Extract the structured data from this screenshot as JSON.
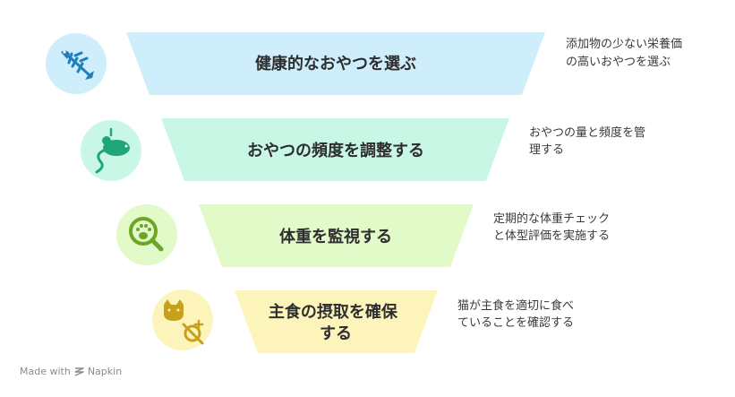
{
  "steps": [
    {
      "title_lines": [
        "健康的なおやつを選ぶ"
      ],
      "desc_lines": [
        "添加物の少ない栄養価",
        "の高いおやつを選ぶ"
      ],
      "color": "#cfeefc",
      "icon": "fish-bone-icon",
      "icon_color": "#1f7fb8"
    },
    {
      "title_lines": [
        "おやつの頻度を調整する"
      ],
      "desc_lines": [
        "おやつの量と頻度を管",
        "理する"
      ],
      "color": "#c9f7e6",
      "icon": "toy-mouse-icon",
      "icon_color": "#1fa57a"
    },
    {
      "title_lines": [
        "体重を監視する"
      ],
      "desc_lines": [
        "定期的な体重チェック",
        "と体型評価を実施する"
      ],
      "color": "#e2f9c8",
      "icon": "paw-magnifier-icon",
      "icon_color": "#6ca624"
    },
    {
      "title_lines": [
        "主食の摂取を確保",
        "する"
      ],
      "desc_lines": [
        "猫が主食を適切に食べ",
        "ていることを確認する"
      ],
      "color": "#fdf4bb",
      "icon": "cat-food-icon",
      "icon_color": "#c6a11a"
    }
  ],
  "footer": {
    "made_with": "Made with",
    "brand": "Napkin"
  }
}
